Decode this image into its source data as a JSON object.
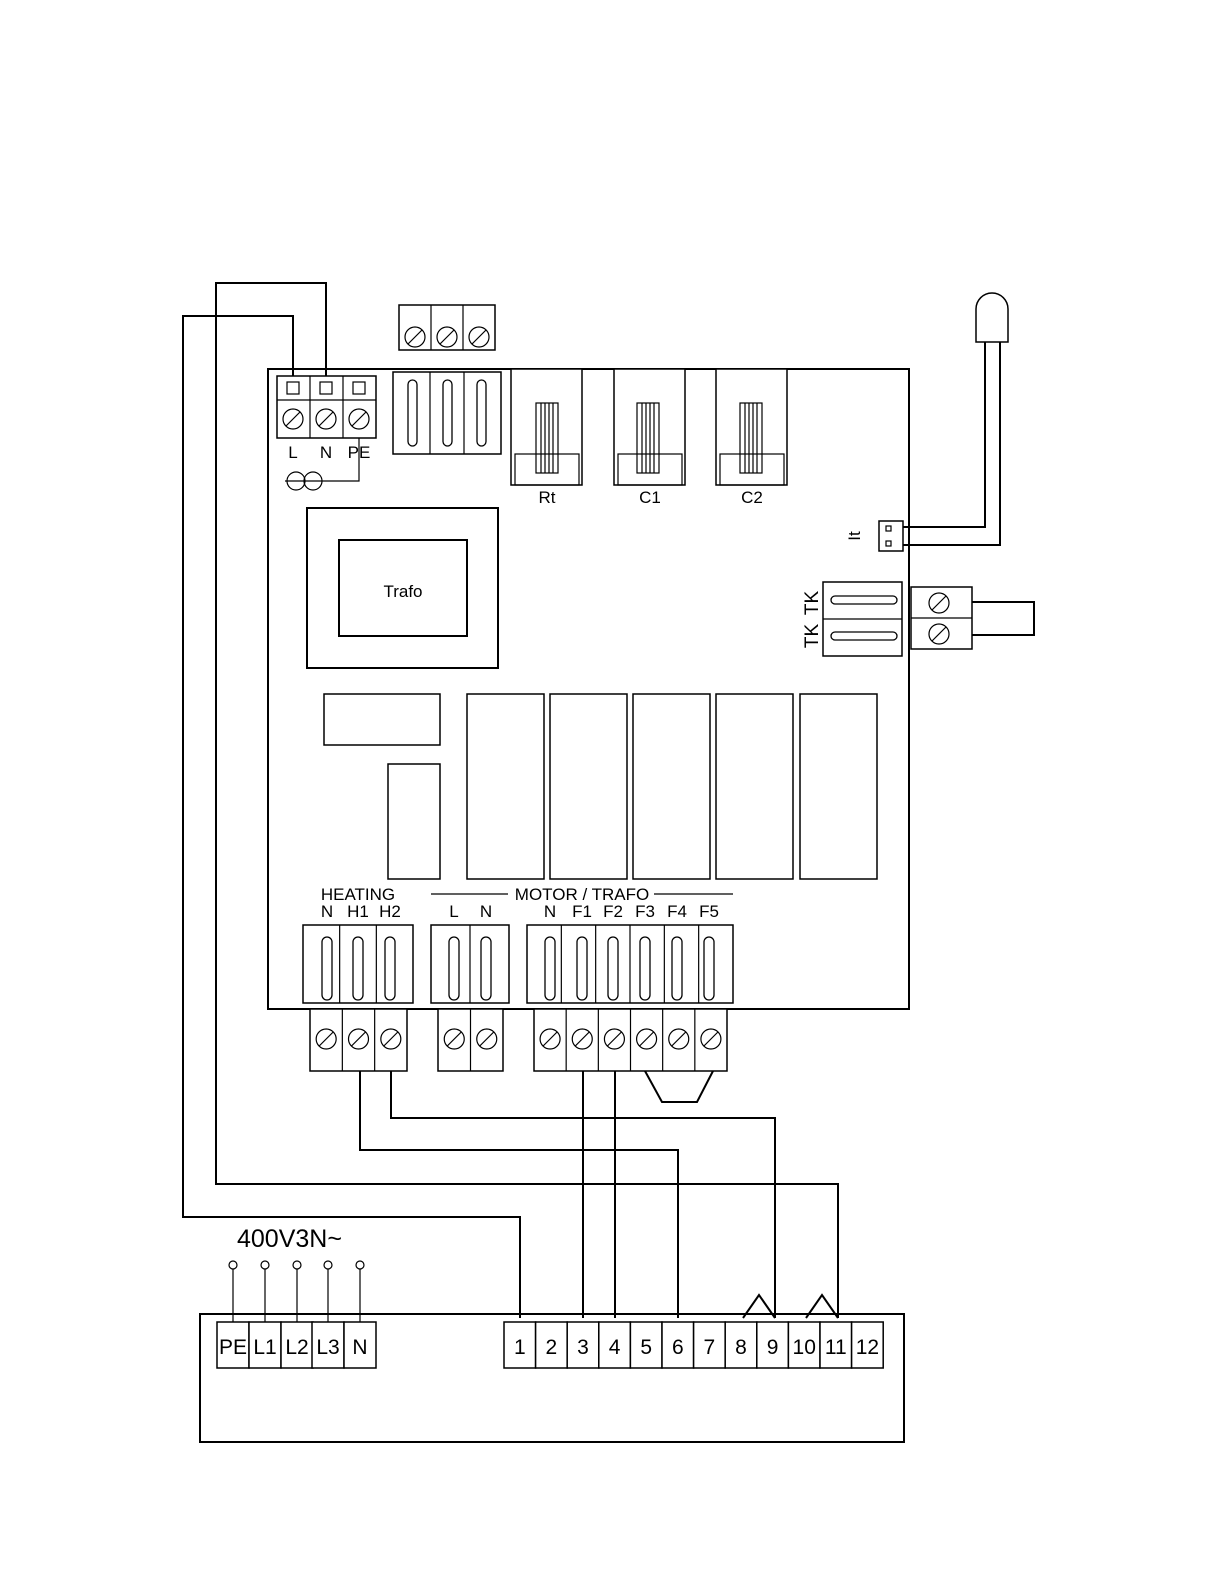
{
  "board": {
    "power_terminals": [
      "L",
      "N",
      "PE"
    ],
    "sensors": [
      "Rt",
      "C1",
      "C2"
    ],
    "transformer": "Trafo",
    "sensor_connector": "It",
    "thermal_contacts": [
      "TK",
      "TK"
    ],
    "group_heating": "HEATING",
    "group_motor": "MOTOR / TRAFO",
    "heating_terminals": [
      "N",
      "H1",
      "H2"
    ],
    "motor_terminals": [
      "L",
      "N"
    ],
    "fan_terminals": [
      "N",
      "F1",
      "F2",
      "F3",
      "F4",
      "F5"
    ]
  },
  "supply": {
    "voltage": "400V3N~",
    "terminals": [
      "PE",
      "L1",
      "L2",
      "L3",
      "N"
    ]
  },
  "control_terminals": [
    "1",
    "2",
    "3",
    "4",
    "5",
    "6",
    "7",
    "8",
    "9",
    "10",
    "11",
    "12"
  ]
}
